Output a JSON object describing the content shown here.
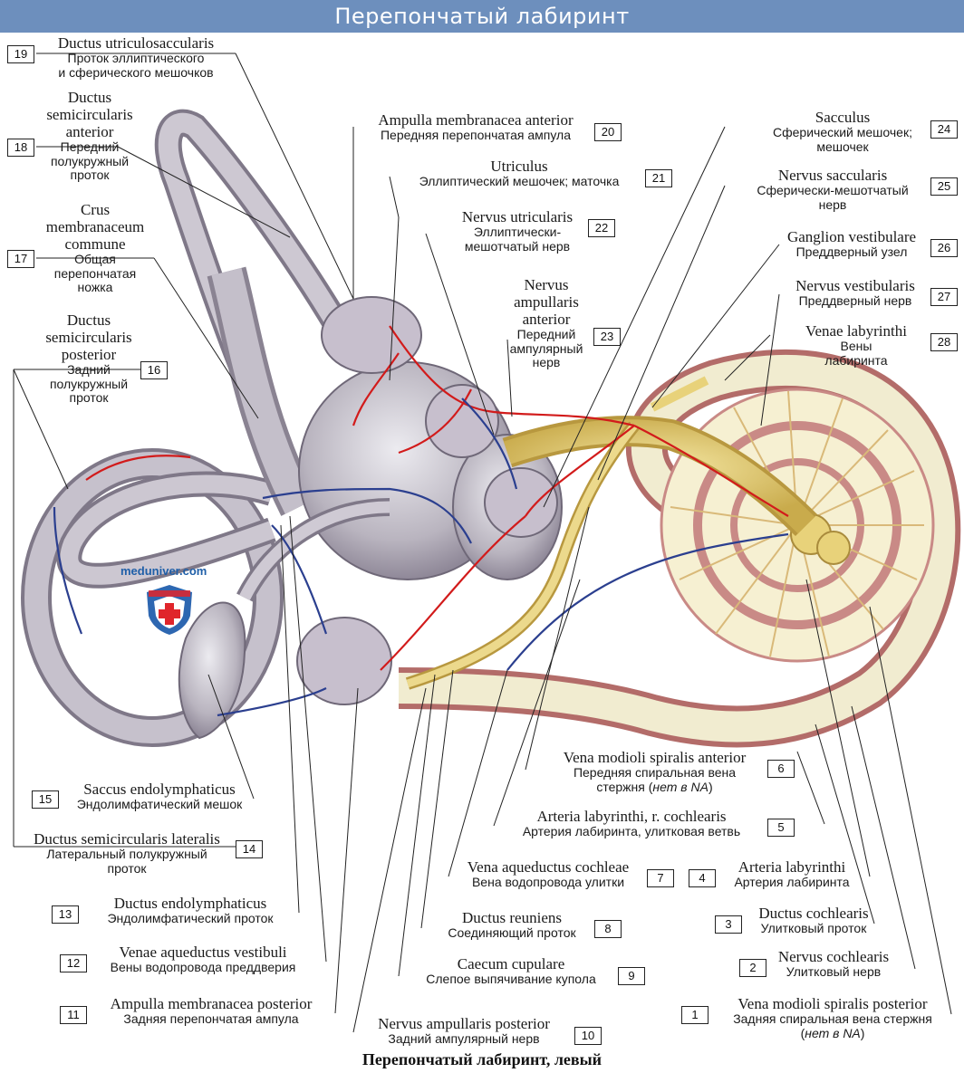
{
  "header": {
    "title": "Перепончатый лабиринт"
  },
  "caption": "Перепончатый лабиринт, левый",
  "watermark": {
    "text": "meduniver.com"
  },
  "colors": {
    "header_bg": "#6d8fbd",
    "membrane": "#c8c4cc",
    "artery": "#d21b1b",
    "vein": "#2b3f8f",
    "nerve": "#e8d27a",
    "cochlea_wall": "#c98a86"
  },
  "labels": {
    "l1": {
      "num": "1",
      "lat": "Vena modioli spiralis posterior",
      "ru1": "Задняя спиральная вена стержня",
      "ru2a": "(",
      "ru2b": "нет в NA",
      "ru2c": ")"
    },
    "l2": {
      "num": "2",
      "lat": "Nervus cochlearis",
      "ru1": "Улитковый нерв"
    },
    "l3": {
      "num": "3",
      "lat": "Ductus cochlearis",
      "ru1": "Улитковый проток"
    },
    "l4": {
      "num": "4",
      "lat": "Arteria labyrinthi",
      "ru1": "Артерия лабиринта"
    },
    "l5": {
      "num": "5",
      "lat": "Arteria labyrinthi, r. cochlearis",
      "ru1": "Артерия лабиринта, улитковая ветвь"
    },
    "l6": {
      "num": "6",
      "lat": "Vena modioli spiralis anterior",
      "ru1": "Передняя спиральная вена",
      "ru2a": "стержня (",
      "ru2b": "нет в NA",
      "ru2c": ")"
    },
    "l7": {
      "num": "7",
      "lat": "Vena aqueductus cochleae",
      "ru1": "Вена водопровода улитки"
    },
    "l8": {
      "num": "8",
      "lat": "Ductus reuniens",
      "ru1": "Соединяющий проток"
    },
    "l9": {
      "num": "9",
      "lat": "Caecum cupulare",
      "ru1": "Слепое выпячивание купола"
    },
    "l10": {
      "num": "10",
      "lat": "Nervus ampullaris posterior",
      "ru1": "Задний ампулярный нерв"
    },
    "l11": {
      "num": "11",
      "lat": "Ampulla membranacea posterior",
      "ru1": "Задняя перепончатая ампула"
    },
    "l12": {
      "num": "12",
      "lat": "Venae aqueductus vestibuli",
      "ru1": "Вены водопровода преддверия"
    },
    "l13": {
      "num": "13",
      "lat": "Ductus endolymphaticus",
      "ru1": "Эндолимфатический проток"
    },
    "l14": {
      "num": "14",
      "lat": "Ductus semicircularis lateralis",
      "ru1": "Латеральный полукружный",
      "ru2": "проток"
    },
    "l15": {
      "num": "15",
      "lat": "Saccus endolymphaticus",
      "ru1": "Эндолимфатический мешок"
    },
    "l16": {
      "num": "16",
      "lat1": "Ductus",
      "lat2": "semicircularis",
      "lat3": "posterior",
      "ru1": "Задний",
      "ru2": "полукружный",
      "ru3": "проток"
    },
    "l17": {
      "num": "17",
      "lat1": "Crus",
      "lat2": "membranaceum",
      "lat3": "commune",
      "ru1": "Общая",
      "ru2": "перепончатая",
      "ru3": "ножка"
    },
    "l18": {
      "num": "18",
      "lat1": "Ductus",
      "lat2": "semicircularis",
      "lat3": "anterior",
      "ru1": "Передний",
      "ru2": "полукружный",
      "ru3": "проток"
    },
    "l19": {
      "num": "19",
      "lat": "Ductus utriculosaccularis",
      "ru1": "Проток эллиптического",
      "ru2": "и сферического мешочков"
    },
    "l20": {
      "num": "20",
      "lat": "Ampulla membranacea anterior",
      "ru1": "Передняя перепончатая ампула"
    },
    "l21": {
      "num": "21",
      "lat": "Utriculus",
      "ru1": "Эллиптический мешочек; маточка"
    },
    "l22": {
      "num": "22",
      "lat": "Nervus utricularis",
      "ru1": "Эллиптически-",
      "ru2": "мешотчатый нерв"
    },
    "l23": {
      "num": "23",
      "lat1": "Nervus",
      "lat2": "ampullaris",
      "lat3": "anterior",
      "ru1": "Передний",
      "ru2": "ампулярный",
      "ru3": "нерв"
    },
    "l24": {
      "num": "24",
      "lat": "Sacculus",
      "ru1": "Сферический мешочек;",
      "ru2": "мешочек"
    },
    "l25": {
      "num": "25",
      "lat": "Nervus saccularis",
      "ru1": "Сферически-мешотчатый",
      "ru2": "нерв"
    },
    "l26": {
      "num": "26",
      "lat": "Ganglion vestibulare",
      "ru1": "Преддверный узел"
    },
    "l27": {
      "num": "27",
      "lat": "Nervus vestibularis",
      "ru1": "Преддверный нерв"
    },
    "l28": {
      "num": "28",
      "lat": "Venae labyrinthi",
      "ru1": "Вены",
      "ru2": "лабиринта"
    }
  }
}
